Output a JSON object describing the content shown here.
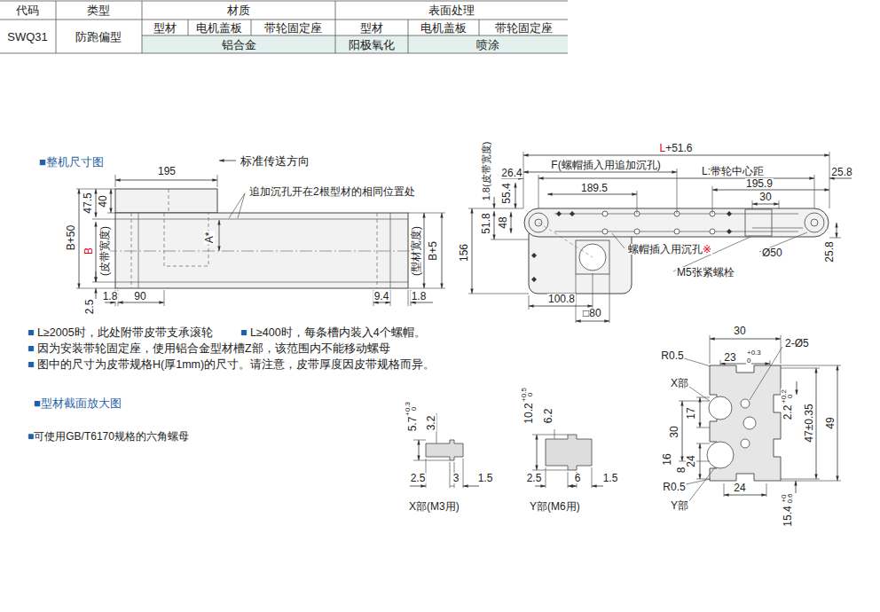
{
  "diagram": {
    "labels": [
      "代码",
      "类型",
      "材质",
      "表面处理",
      "型材",
      "电机盖板",
      "带轮固定座",
      "型材",
      "电机盖板",
      "带轮固定座",
      "SWQ31",
      "防跑偏型",
      "铝合金",
      "阳极氧化",
      "喷涂",
      "■整机尺寸图",
      "195",
      "标准传送方向",
      "追加沉孔开在2根型材的相同位置处",
      "47.5",
      "40",
      "B+50",
      "B",
      "(皮带宽度)",
      "A*",
      "(型材宽度)",
      "B+5",
      "2.5",
      "1.8",
      "90",
      "9.4",
      "1.8",
      "■ L≥2005时，此处附带皮带支承滚轮",
      "■ L≥400时，每条槽内装入4个螺帽。",
      "■ 因为安装带轮固定座，使用铝合金型材槽Z部，该范围内不能移动螺母",
      "■ 图中的尺寸为皮带规格H(厚1mm)的尺寸。请注意，皮带厚度因皮带规格而异。",
      "■型材截面放大图",
      "■可使用GB/T6170规格的六角螺母",
      "L+51.6",
      "26.4",
      "F(螺帽插入用追加沉孔)",
      "L:带轮中心距",
      "25.8",
      "1.8(皮带宽度)",
      "55.4",
      "189.5",
      "195.9",
      "30",
      "51.8",
      "48",
      "螺帽插入用沉孔※",
      "M5张紧螺栓",
      "Ø50",
      "25.8",
      "156",
      "100.8",
      "□80",
      "5.7",
      "+0.3",
      "0",
      "3.2",
      "2.5",
      "3",
      "1.5",
      "X部(M3用)",
      "10.2",
      "+0.5",
      "0",
      "6.2",
      "2.5",
      "6",
      "1.5",
      "Y部(M6用)",
      "30",
      "23",
      "+0.3",
      "0",
      "R0.5",
      "2-Ø5",
      "X部",
      "30",
      "17",
      "16",
      "24",
      "8",
      "2.2",
      "+0.2",
      "0",
      "47±0.35",
      "49",
      "R0.5",
      "24",
      "Y部",
      "15.4",
      "+0",
      "0.6"
    ]
  }
}
